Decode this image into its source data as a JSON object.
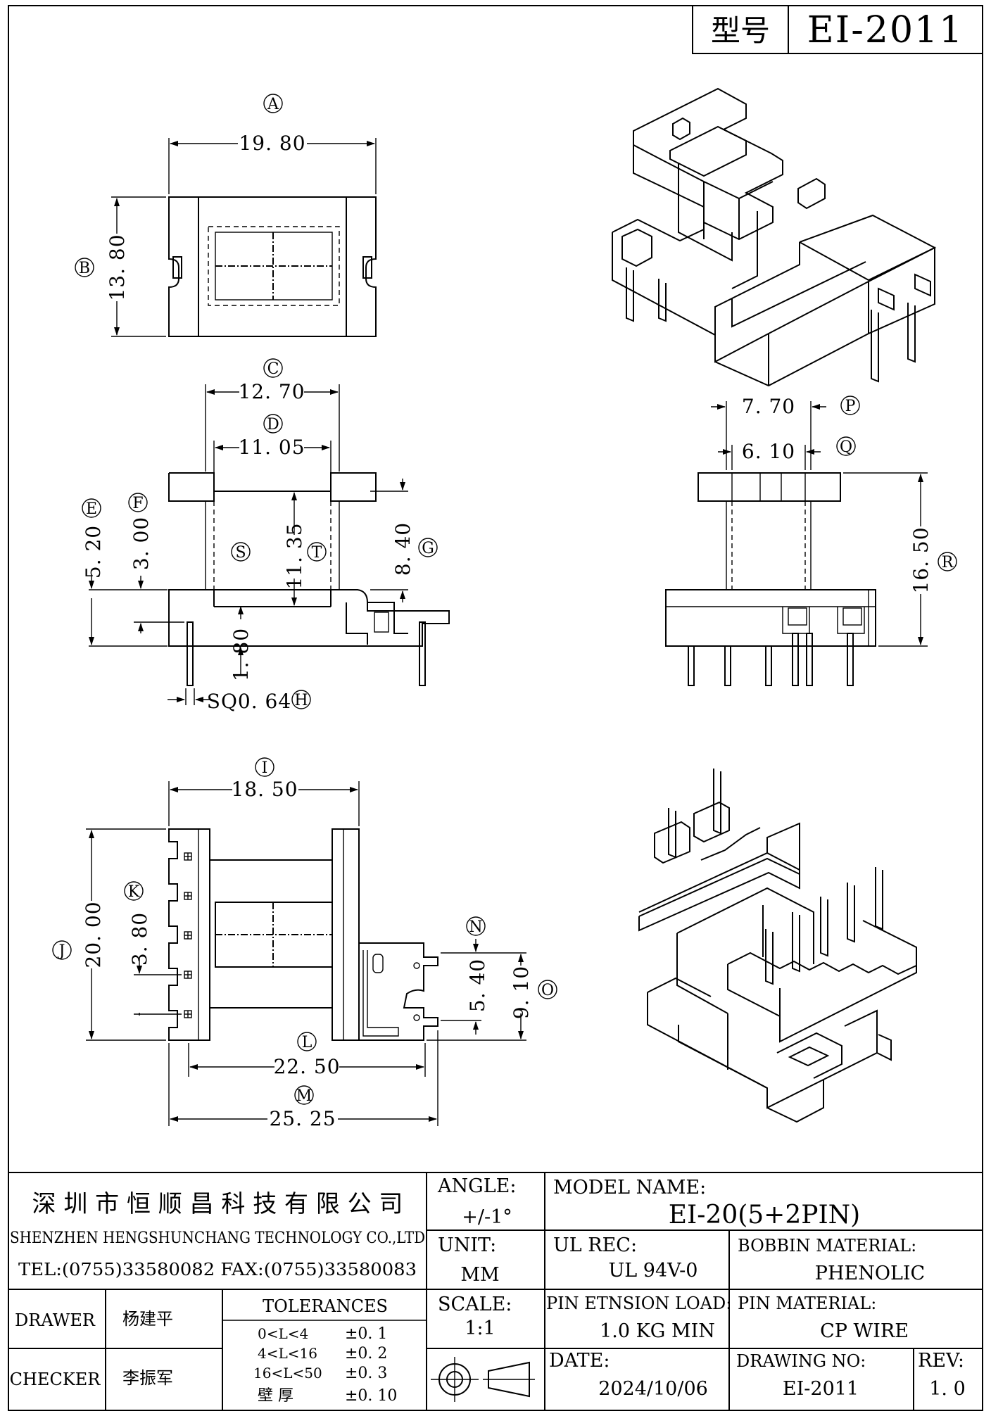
{
  "header": {
    "type_label": "型号",
    "type_value": "EI-2011"
  },
  "views": {
    "top": {
      "A": {
        "mark": "A",
        "value": "19. 80"
      },
      "B": {
        "mark": "B",
        "value": "13. 80"
      }
    },
    "front": {
      "C": {
        "mark": "C",
        "value": "12. 70"
      },
      "D": {
        "mark": "D",
        "value": "11. 05"
      },
      "E": {
        "mark": "E",
        "value": "5. 20"
      },
      "F": {
        "mark": "F",
        "value": "3. 00"
      },
      "G": {
        "mark": "G",
        "value": "8. 40"
      },
      "S": {
        "mark": "S"
      },
      "T": {
        "mark": "T",
        "value": "11. 35"
      },
      "H": {
        "mark": "H",
        "value": "SQ0. 64"
      },
      "U": {
        "value": "1. 80"
      }
    },
    "side": {
      "P": {
        "mark": "P",
        "value": "7. 70"
      },
      "Q": {
        "mark": "Q",
        "value": "6. 10"
      },
      "R": {
        "mark": "R",
        "value": "16. 50"
      }
    },
    "bottom": {
      "I": {
        "mark": "I",
        "value": "18. 50"
      },
      "J": {
        "mark": "J",
        "value": "20. 00"
      },
      "K": {
        "mark": "K",
        "value": "3. 80"
      },
      "N": {
        "mark": "N",
        "value": "5. 40"
      },
      "O": {
        "mark": "O",
        "value": "9. 10"
      },
      "L": {
        "mark": "L",
        "value": "22. 50"
      },
      "M": {
        "mark": "M",
        "value": "25. 25"
      }
    }
  },
  "title_block": {
    "company_cn": "深 圳 市 恒 顺 昌 科 技 有 限 公 司",
    "company_en": "SHENZHEN HENGSHUNCHANG TECHNOLOGY CO.,LTD",
    "tel": "TEL:(0755)33580082  FAX:(0755)33580083",
    "angle_label": "ANGLE:",
    "angle_value": "+/-1°",
    "model_label": "MODEL NAME:",
    "model_value": "EI-20(5+2PIN)",
    "unit_label": "UNIT:",
    "unit_value": "MM",
    "ul_label": "UL REC:",
    "ul_value": "UL 94V-0",
    "bobbin_label": "BOBBIN MATERIAL:",
    "bobbin_value": "PHENOLIC",
    "drawer_label": "DRAWER",
    "drawer_value": "杨建平",
    "checker_label": "CHECKER",
    "checker_value": "李振军",
    "tolerances_label": "TOLERANCES",
    "tolerances": [
      {
        "range": "0<L<4",
        "tol": "±0. 1"
      },
      {
        "range": "4<L<16",
        "tol": "±0. 2"
      },
      {
        "range": "16<L<50",
        "tol": "±0. 3"
      },
      {
        "range": "壁   厚",
        "tol": "±0. 10"
      }
    ],
    "scale_label": "SCALE:",
    "scale_value": "1:1",
    "pin_load_label": "PIN ETNSION LOAD:",
    "pin_load_value": "1.0 KG MIN",
    "pin_material_label": "PIN MATERIAL:",
    "pin_material_value": "CP WIRE",
    "date_label": "DATE:",
    "date_value": "2024/10/06",
    "drawing_no_label": "DRAWING NO:",
    "drawing_no_value": "EI-2011",
    "rev_label": "REV:",
    "rev_value": "1. 0"
  }
}
